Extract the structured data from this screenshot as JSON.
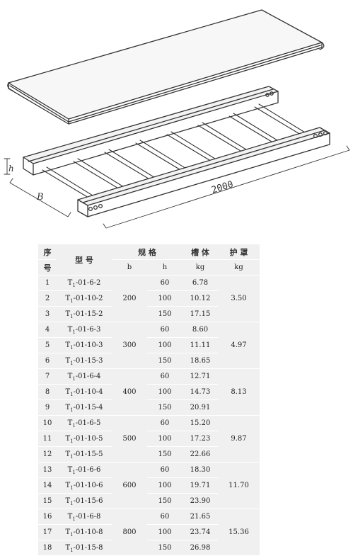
{
  "drawing": {
    "length_label": "2000",
    "width_label": "B",
    "height_label": "h"
  },
  "table": {
    "header": {
      "seq_top": "序",
      "seq_bottom": "号",
      "model": "型 号",
      "spec": "规 格",
      "spec_b": "b",
      "spec_h": "h",
      "trough": "槽 体",
      "trough_unit": "kg",
      "cover": "护 罩",
      "cover_unit": "kg"
    },
    "model_prefix": "T",
    "model_sub": "1",
    "groups": [
      {
        "b": "200",
        "cover": "3.50",
        "rows": [
          {
            "no": "1",
            "model": "-01-6-2",
            "h": "60",
            "trough": "6.78"
          },
          {
            "no": "2",
            "model": "-01-10-2",
            "h": "100",
            "trough": "10.12"
          },
          {
            "no": "3",
            "model": "-01-15-2",
            "h": "150",
            "trough": "17.15"
          }
        ]
      },
      {
        "b": "300",
        "cover": "4.97",
        "rows": [
          {
            "no": "4",
            "model": "-01-6-3",
            "h": "60",
            "trough": "8.60"
          },
          {
            "no": "5",
            "model": "-01-10-3",
            "h": "100",
            "trough": "11.11"
          },
          {
            "no": "6",
            "model": "-01-15-3",
            "h": "150",
            "trough": "18.65"
          }
        ]
      },
      {
        "b": "400",
        "cover": "8.13",
        "rows": [
          {
            "no": "7",
            "model": "-01-6-4",
            "h": "60",
            "trough": "12.71"
          },
          {
            "no": "8",
            "model": "-01-10-4",
            "h": "100",
            "trough": "14.73"
          },
          {
            "no": "9",
            "model": "-01-15-4",
            "h": "150",
            "trough": "20.91"
          }
        ]
      },
      {
        "b": "500",
        "cover": "9.87",
        "rows": [
          {
            "no": "10",
            "model": "-01-6-5",
            "h": "60",
            "trough": "15.20"
          },
          {
            "no": "11",
            "model": "-01-10-5",
            "h": "100",
            "trough": "17.23"
          },
          {
            "no": "12",
            "model": "-01-15-5",
            "h": "150",
            "trough": "22.66"
          }
        ]
      },
      {
        "b": "600",
        "cover": "11.70",
        "rows": [
          {
            "no": "13",
            "model": "-01-6-6",
            "h": "60",
            "trough": "18.30"
          },
          {
            "no": "14",
            "model": "-01-10-6",
            "h": "100",
            "trough": "19.71"
          },
          {
            "no": "15",
            "model": "-01-15-6",
            "h": "150",
            "trough": "23.90"
          }
        ]
      },
      {
        "b": "800",
        "cover": "15.36",
        "rows": [
          {
            "no": "16",
            "model": "-01-6-8",
            "h": "60",
            "trough": "21.65"
          },
          {
            "no": "17",
            "model": "-01-10-8",
            "h": "100",
            "trough": "23.74"
          },
          {
            "no": "18",
            "model": "-01-15-8",
            "h": "150",
            "trough": "26.98"
          }
        ]
      }
    ]
  }
}
